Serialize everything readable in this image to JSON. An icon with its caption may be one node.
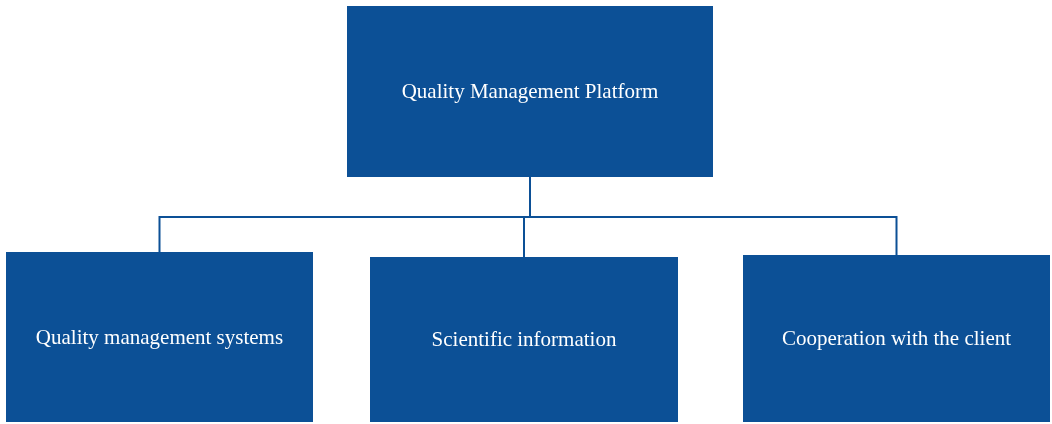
{
  "diagram": {
    "nodes": [
      {
        "text": [
          "Quality Management Platform"
        ]
      },
      {
        "text": [
          "Quality management systems"
        ]
      },
      {
        "text": [
          "Scientific information"
        ]
      },
      {
        "text": [
          "Cooperation with the client"
        ]
      }
    ],
    "edges": [
      {
        "from": 0,
        "to": 1,
        "arrow": "none"
      },
      {
        "from": 0,
        "to": 2,
        "arrow": "none"
      },
      {
        "from": 0,
        "to": 3,
        "arrow": "none"
      }
    ]
  }
}
